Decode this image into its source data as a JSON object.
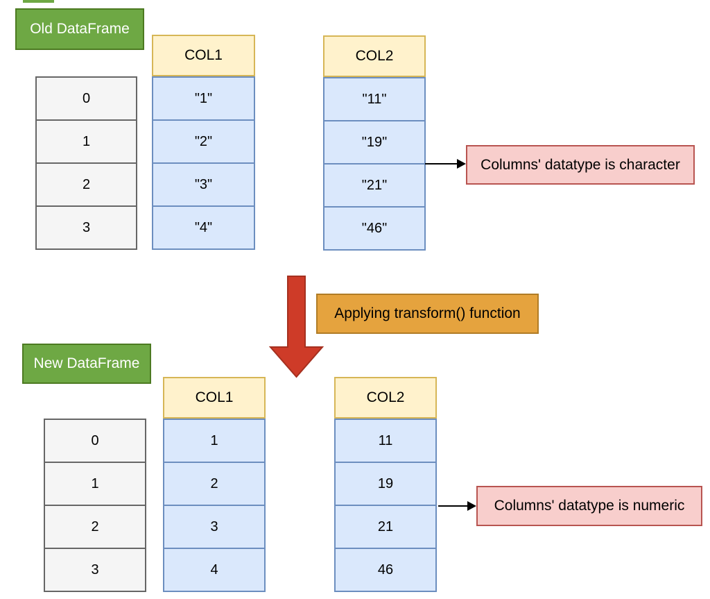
{
  "old": {
    "label": "Old DataFrame",
    "index": [
      "0",
      "1",
      "2",
      "3"
    ],
    "col1_header": "COL1",
    "col1": [
      "\"1\"",
      "\"2\"",
      "\"3\"",
      "\"4\""
    ],
    "col2_header": "COL2",
    "col2": [
      "\"11\"",
      "\"19\"",
      "\"21\"",
      "\"46\""
    ],
    "annotation": "Columns' datatype is character"
  },
  "transform_label": "Applying transform() function",
  "new": {
    "label": "New DataFrame",
    "index": [
      "0",
      "1",
      "2",
      "3"
    ],
    "col1_header": "COL1",
    "col1": [
      "1",
      "2",
      "3",
      "4"
    ],
    "col2_header": "COL2",
    "col2": [
      "11",
      "19",
      "21",
      "46"
    ],
    "annotation": "Columns' datatype is numeric"
  },
  "colors": {
    "green_fill": "#6EA844",
    "green_border": "#4C7A21",
    "yellow_fill": "#FFF2CC",
    "yellow_border": "#D6B656",
    "blue_fill": "#DAE8FC",
    "blue_border": "#6C8EBF",
    "gray_fill": "#F5F5F5",
    "gray_border": "#666666",
    "pink_fill": "#F8CECC",
    "pink_border": "#B85450",
    "orange_fill": "#E5A33E",
    "orange_border": "#B07C26",
    "red_arrow_fill": "#CE3B28",
    "red_arrow_border": "#A5301F",
    "connector": "#000000"
  }
}
